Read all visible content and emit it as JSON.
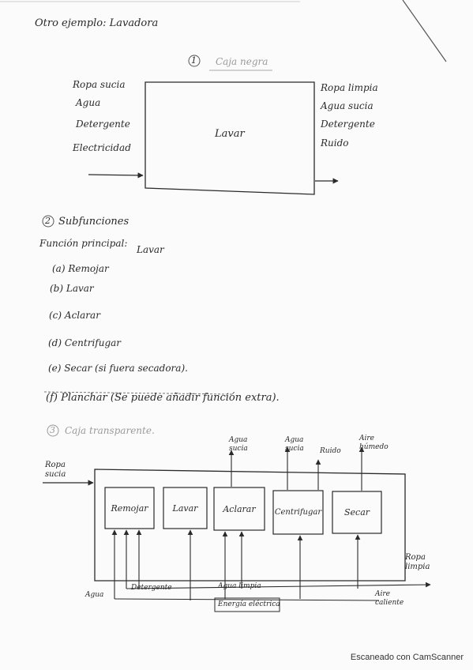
{
  "header": {
    "title": "Otro ejemplo:  Lavadora"
  },
  "section1": {
    "number": "1",
    "title": "Caja negra",
    "inputs": [
      "Ropa sucia",
      "Agua",
      "Detergente",
      "Electricidad"
    ],
    "process": "Lavar",
    "outputs": [
      "Ropa limpia",
      "Agua sucia",
      "Detergente",
      "Ruido"
    ]
  },
  "section2": {
    "number": "2",
    "title": "Subfunciones",
    "main_function_label": "Función principal:",
    "main_function_value": "Lavar",
    "items": [
      {
        "marker": "(a)",
        "text": "Remojar"
      },
      {
        "marker": "(b)",
        "text": "Lavar"
      },
      {
        "marker": "(c)",
        "text": "Aclarar"
      },
      {
        "marker": "(d)",
        "text": "Centrifugar"
      },
      {
        "marker": "(e)",
        "text": "Secar (si fuera secadora)."
      },
      {
        "marker": "(f)",
        "text": "Planchar (Se puede añadir función extra)."
      }
    ]
  },
  "section3": {
    "number": "3",
    "title": "Caja transparente.",
    "input_left": "Ropa sucia",
    "boxes": [
      "Remojar",
      "Lavar",
      "Aclarar",
      "Centrifugar",
      "Secar"
    ],
    "top_outputs": [
      "Agua sucia",
      "Agua sucia",
      "Ruido",
      "Aire húmedo"
    ],
    "bottom_inputs": [
      "Agua",
      "Detergente",
      "Agua limpia",
      "Aire caliente"
    ],
    "energy_label": "Energía eléctrica",
    "output_right": "Ropa limpia"
  },
  "footer": {
    "scanner": "Escaneado con CamScanner"
  }
}
